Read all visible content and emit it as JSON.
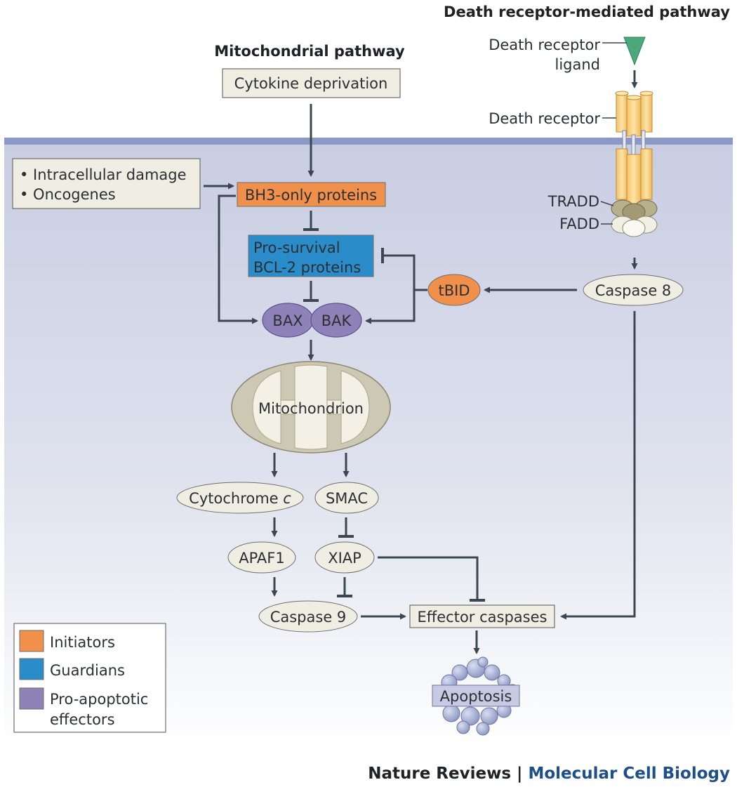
{
  "headers": {
    "mito": "Mitochondrial pathway",
    "death": "Death receptor-mediated pathway"
  },
  "labels": {
    "dr_ligand_1": "Death receptor",
    "dr_ligand_2": "ligand",
    "death_receptor": "Death receptor",
    "tradd": "TRADD",
    "fadd": "FADD"
  },
  "nodes": {
    "cytokine": "Cytokine deprivation",
    "damage_1": "• Intracellular damage",
    "damage_2": "• Oncogenes",
    "bh3": "BH3-only proteins",
    "prosurvival_1": "Pro-survival",
    "prosurvival_2": "BCL-2 proteins",
    "bax": "BAX",
    "bak": "BAK",
    "tbid": "tBID",
    "caspase8": "Caspase 8",
    "mitochondrion": "Mitochondrion",
    "cytochrome": "Cytochrome ",
    "cytochrome_c": "c",
    "smac": "SMAC",
    "apaf1": "APAF1",
    "xiap": "XIAP",
    "caspase9": "Caspase 9",
    "effector": "Effector caspases",
    "apoptosis": "Apoptosis"
  },
  "legend": [
    {
      "label": "Initiators",
      "color": "#f0904a"
    },
    {
      "label": "Guardians",
      "color": "#2a8cc8"
    },
    {
      "label": "Pro-apoptotic",
      "label2": "effectors",
      "color": "#8f82b9"
    }
  ],
  "credit": {
    "journal": "Nature Reviews",
    "sep": " | ",
    "subtitle": "Molecular Cell Biology"
  }
}
